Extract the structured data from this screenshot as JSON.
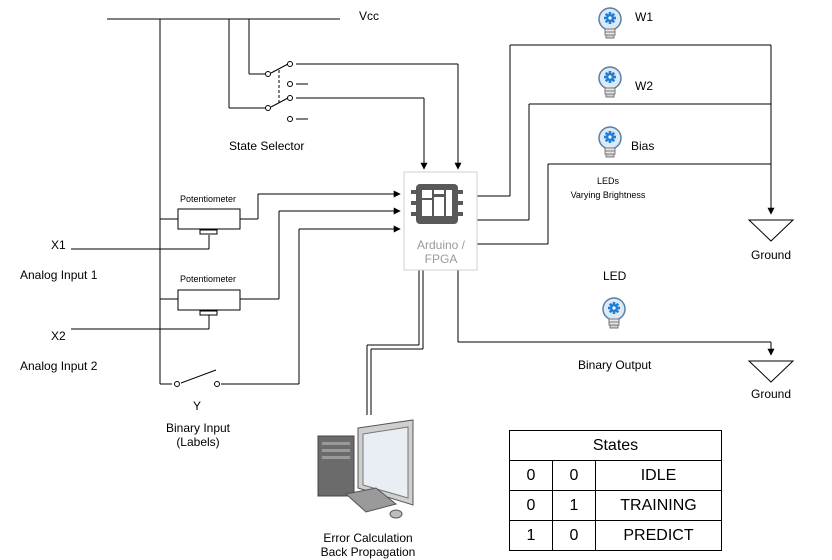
{
  "labels": {
    "vcc": "Vcc",
    "w1": "W1",
    "w2": "W2",
    "bias": "Bias",
    "leds_line1": "LEDs",
    "leds_line2": "Varying Brightness",
    "state_selector": "State Selector",
    "potentiometer_1": "Potentiometer",
    "potentiometer_2": "Potentiometer",
    "x1": "X1",
    "analog_input_1": "Analog Input 1",
    "x2": "X2",
    "analog_input_2": "Analog Input 2",
    "y": "Y",
    "binary_input_line1": "Binary Input",
    "binary_input_line2": "(Labels)",
    "arduino_line1": "Arduino /",
    "arduino_line2": "FPGA",
    "led": "LED",
    "binary_output": "Binary Output",
    "ground_1": "Ground",
    "ground_2": "Ground",
    "error_line1": "Error Calculation",
    "error_line2": "Back Propagation"
  },
  "states_table": {
    "title": "States",
    "rows": [
      [
        "0",
        "0",
        "IDLE"
      ],
      [
        "0",
        "1",
        "TRAINING"
      ],
      [
        "1",
        "0",
        "PREDICT"
      ]
    ]
  },
  "colors": {
    "wire": "#000000",
    "bulb_fill": "#dce9f7",
    "bulb_stroke": "#5b7fa6",
    "bulb_gear": "#1f7fd6",
    "arduino_icon": "#595959",
    "arduino_text": "#9a9a9a"
  }
}
